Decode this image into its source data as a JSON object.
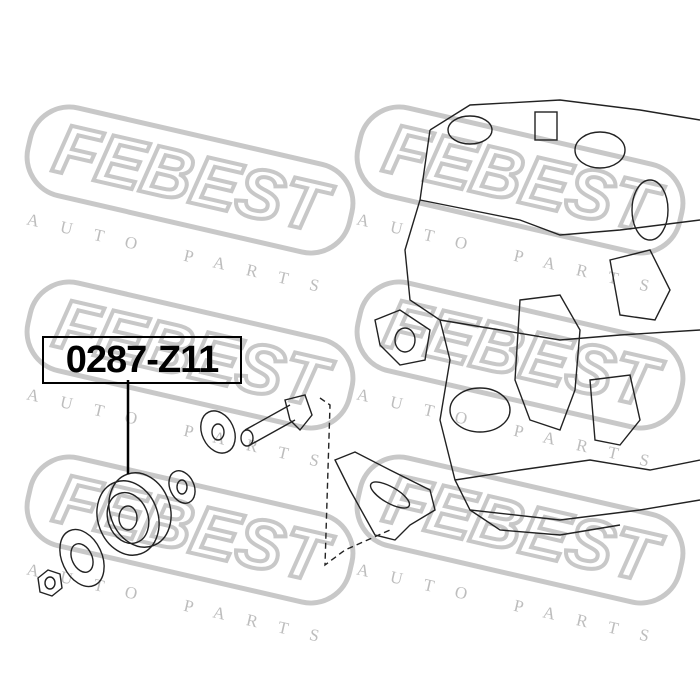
{
  "diagram": {
    "part_number": "0287-Z11",
    "watermark": {
      "brand": "FEBEST",
      "tagline": "AUTO PARTS",
      "color": "#c8c8c8"
    },
    "components": [
      "engine-block",
      "mounting-bracket",
      "bolt",
      "washer",
      "bearing",
      "idler-pulley",
      "pulley-cover",
      "nut"
    ]
  }
}
